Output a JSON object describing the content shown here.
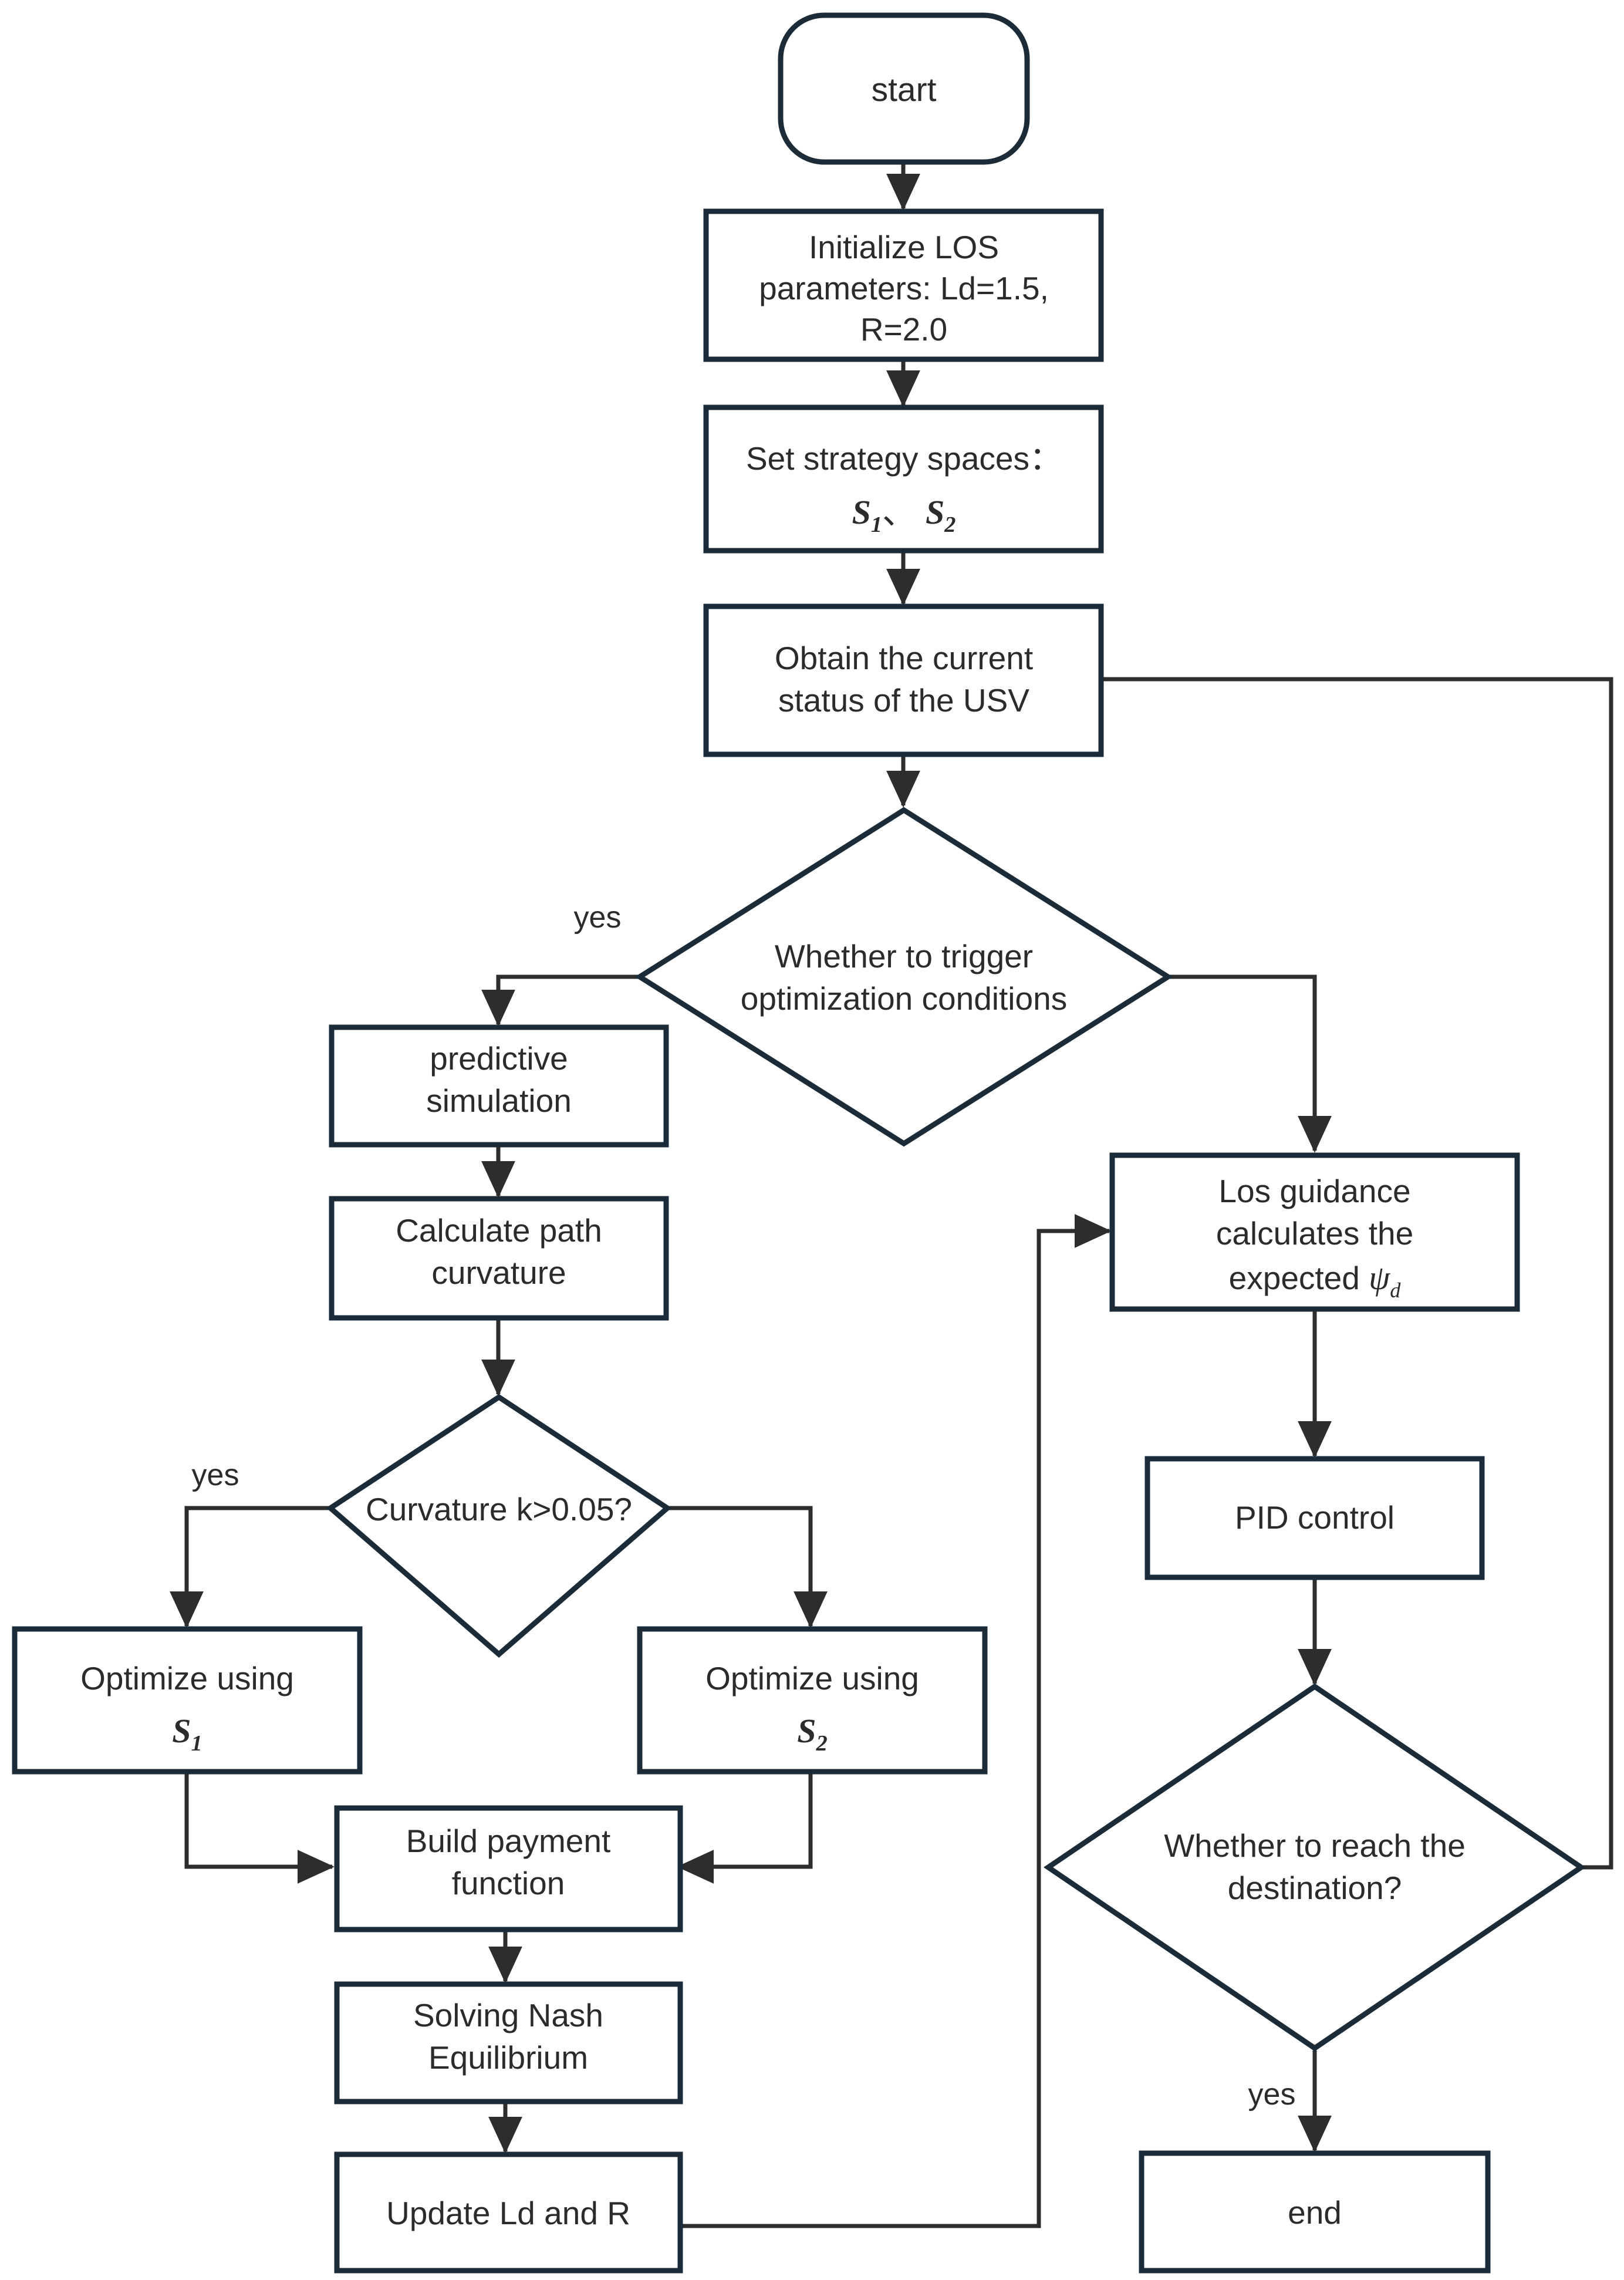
{
  "diagram": {
    "title": "USV LOS guidance and game-theoretic optimization flowchart",
    "stroke_color": "#1c2b38",
    "text_color": "#2b2b2b",
    "background": "#ffffff"
  },
  "nodes": {
    "start": {
      "id": "start",
      "shape": "terminator",
      "label": "start"
    },
    "init_los": {
      "id": "init-los-parameters",
      "shape": "process",
      "label_line1": "Initialize LOS",
      "label_line2": "parameters: Ld=1.5,",
      "label_line3": "R=2.0",
      "label_full": "Initialize LOS parameters: Ld=1.5, R=2.0"
    },
    "set_strategy": {
      "id": "set-strategy-spaces",
      "shape": "process",
      "label_line1": "Set strategy spaces：",
      "math_s1": "S",
      "math_s1_sub": "1",
      "separator": "、",
      "math_s2": "S",
      "math_s2_sub": "2",
      "label_full": "Set strategy spaces： S1、S2"
    },
    "obtain_status": {
      "id": "obtain-usv-status",
      "shape": "process",
      "label_line1": "Obtain the current",
      "label_line2": "status of the USV",
      "label_full": "Obtain the current status of the USV"
    },
    "trigger_decision": {
      "id": "trigger-optimization-decision",
      "shape": "decision",
      "label_line1": "Whether to trigger",
      "label_line2": "optimization conditions",
      "label_full": "Whether to trigger optimization conditions"
    },
    "predictive_sim": {
      "id": "predictive-simulation",
      "shape": "process",
      "label_line1": "predictive",
      "label_line2": "simulation",
      "label_full": "predictive simulation"
    },
    "calc_curvature": {
      "id": "calculate-path-curvature",
      "shape": "process",
      "label_line1": "Calculate path",
      "label_line2": "curvature",
      "label_full": "Calculate path curvature"
    },
    "curvature_decision": {
      "id": "curvature-threshold-decision",
      "shape": "decision",
      "label_line1": "Curvature k>0.05?",
      "label_full": "Curvature k>0.05?"
    },
    "optimize_s1": {
      "id": "optimize-using-s1",
      "shape": "process",
      "label_line1": "Optimize using",
      "math_s": "S",
      "math_sub": "1",
      "label_full": "Optimize using S1"
    },
    "optimize_s2": {
      "id": "optimize-using-s2",
      "shape": "process",
      "label_line1": "Optimize using",
      "math_s": "S",
      "math_sub": "2",
      "label_full": "Optimize using S2"
    },
    "build_payment": {
      "id": "build-payment-function",
      "shape": "process",
      "label_line1": "Build payment",
      "label_line2": "function",
      "label_full": "Build payment function"
    },
    "solve_nash": {
      "id": "solving-nash-equilibrium",
      "shape": "process",
      "label_line1": "Solving Nash",
      "label_line2": "Equilibrium",
      "label_full": "Solving Nash Equilibrium"
    },
    "update_ld_r": {
      "id": "update-ld-and-r",
      "shape": "process",
      "label_line1": "Update Ld and R",
      "label_full": "Update Ld and R"
    },
    "los_guidance": {
      "id": "los-guidance-expected-heading",
      "shape": "process",
      "label_line1": "Los guidance",
      "label_line2": "calculates the",
      "label_line3_prefix": "expected ",
      "math_psi": "ψ",
      "math_psi_sub": "d",
      "label_full": "Los guidance calculates the expected ψd"
    },
    "pid_control": {
      "id": "pid-control",
      "shape": "process",
      "label_line1": "PID control",
      "label_full": "PID control"
    },
    "destination_decision": {
      "id": "reach-destination-decision",
      "shape": "decision",
      "label_line1": "Whether to reach the",
      "label_line2": "destination?",
      "label_full": "Whether to reach the destination?"
    },
    "end": {
      "id": "end",
      "shape": "process",
      "label": "end"
    }
  },
  "edge_labels": {
    "trigger_yes": "yes",
    "curvature_yes": "yes",
    "destination_yes": "yes"
  }
}
